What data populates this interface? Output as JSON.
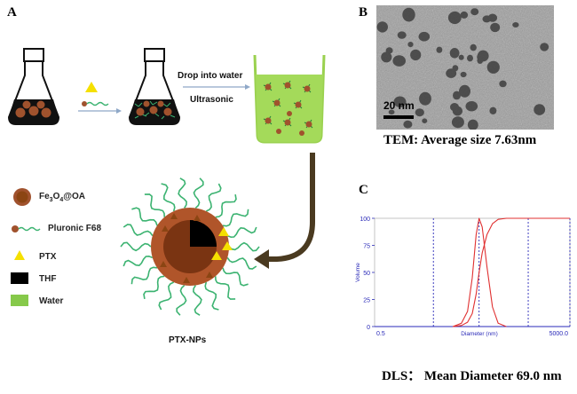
{
  "panel_a": {
    "letter": "A",
    "step_drop": "Drop into water",
    "step_ultrasonic": "Ultrasonic",
    "legend": [
      {
        "icon": "nanoparticle-icon",
        "label_main": "Fe",
        "sub1": "3",
        "mid": "O",
        "sub2": "4",
        "suffix": "@OA"
      },
      {
        "icon": "pluronic-icon",
        "label": "Pluronic F68"
      },
      {
        "icon": "ptx-triangle-icon",
        "label": "PTX"
      },
      {
        "icon": "thf-square-icon",
        "label": "THF"
      },
      {
        "icon": "water-square-icon",
        "label": "Water"
      }
    ],
    "particle_label": "PTX-NPs",
    "colors": {
      "fe3o4": "#a0522d",
      "pluronic": "#3cb371",
      "ptx": "#f5e000",
      "thf": "#000000",
      "water": "#86c94a",
      "arrow": "#4a3a20"
    }
  },
  "panel_b": {
    "letter": "B",
    "scale_bar_label": "20 nm",
    "caption": "TEM: Average size 7.63nm"
  },
  "panel_c": {
    "letter": "C",
    "caption": "DLS： Mean Diameter 69.0 nm",
    "chart_data": {
      "type": "line",
      "xlabel": "Diameter (nm)",
      "ylabel": "Volume",
      "x_scale": "log",
      "x_tick_labels": [
        "0.5",
        "5000.0"
      ],
      "y_ticks": [
        0,
        25,
        50,
        75,
        100
      ],
      "ylim": [
        0,
        100
      ],
      "vertical_markers_nm": [
        8,
        69,
        700,
        5000
      ],
      "series": [
        {
          "values_x": [
            20,
            30,
            40,
            50,
            60,
            69,
            80,
            100,
            130,
            170,
            250
          ],
          "values_y": [
            0,
            3,
            14,
            45,
            85,
            100,
            92,
            55,
            18,
            3,
            0
          ]
        },
        {
          "values_x": [
            20,
            30,
            40,
            50,
            60,
            69,
            80,
            100,
            130,
            170,
            250,
            700,
            5000
          ],
          "values_y": [
            0,
            1,
            4,
            12,
            30,
            50,
            68,
            85,
            95,
            99,
            100,
            100,
            100
          ]
        }
      ]
    }
  }
}
